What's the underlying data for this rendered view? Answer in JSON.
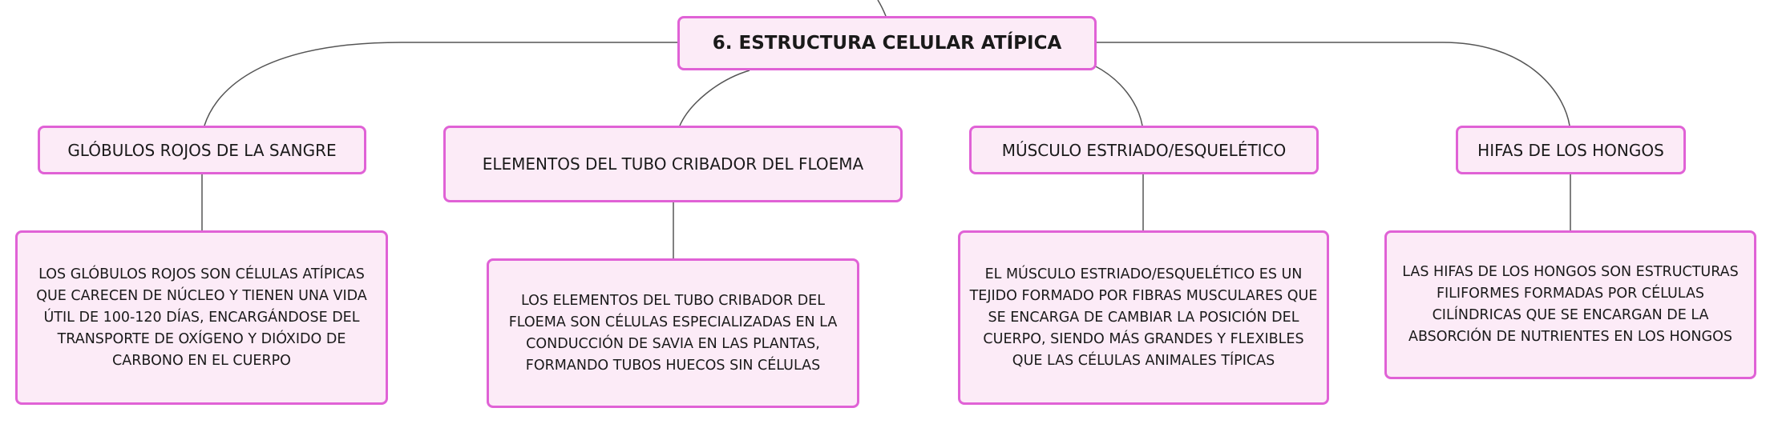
{
  "root": {
    "title": "6. ESTRUCTURA CELULAR ATÍPICA"
  },
  "categories": [
    {
      "title": "GLÓBULOS ROJOS DE LA SANGRE",
      "description": "LOS GLÓBULOS ROJOS SON CÉLULAS ATÍPICAS QUE CARECEN DE NÚCLEO Y TIENEN UNA VIDA ÚTIL DE 100-120 DÍAS, ENCARGÁNDOSE DEL TRANSPORTE DE OXÍGENO Y DIÓXIDO DE CARBONO EN EL CUERPO"
    },
    {
      "title": "ELEMENTOS DEL TUBO CRIBADOR DEL FLOEMA",
      "description": "LOS ELEMENTOS DEL TUBO CRIBADOR DEL FLOEMA SON CÉLULAS ESPECIALIZADAS EN LA CONDUCCIÓN DE SAVIA EN LAS PLANTAS, FORMANDO TUBOS HUECOS SIN CÉLULAS"
    },
    {
      "title": "MÚSCULO ESTRIADO/ESQUELÉTICO",
      "description": "EL MÚSCULO ESTRIADO/ESQUELÉTICO ES UN TEJIDO FORMADO POR FIBRAS MUSCULARES QUE SE ENCARGA DE CAMBIAR LA POSICIÓN DEL CUERPO, SIENDO MÁS GRANDES Y FLEXIBLES QUE LAS CÉLULAS ANIMALES TÍPICAS"
    },
    {
      "title": "HIFAS DE LOS HONGOS",
      "description": "LAS HIFAS DE LOS HONGOS SON ESTRUCTURAS FILIFORMES FORMADAS POR CÉLULAS CILÍNDRICAS QUE SE ENCARGAN DE LA ABSORCIÓN DE NUTRIENTES EN LOS HONGOS"
    }
  ],
  "colors": {
    "node_fill": "#fcebf7",
    "node_border": "#e062d6",
    "connector": "#555555"
  }
}
